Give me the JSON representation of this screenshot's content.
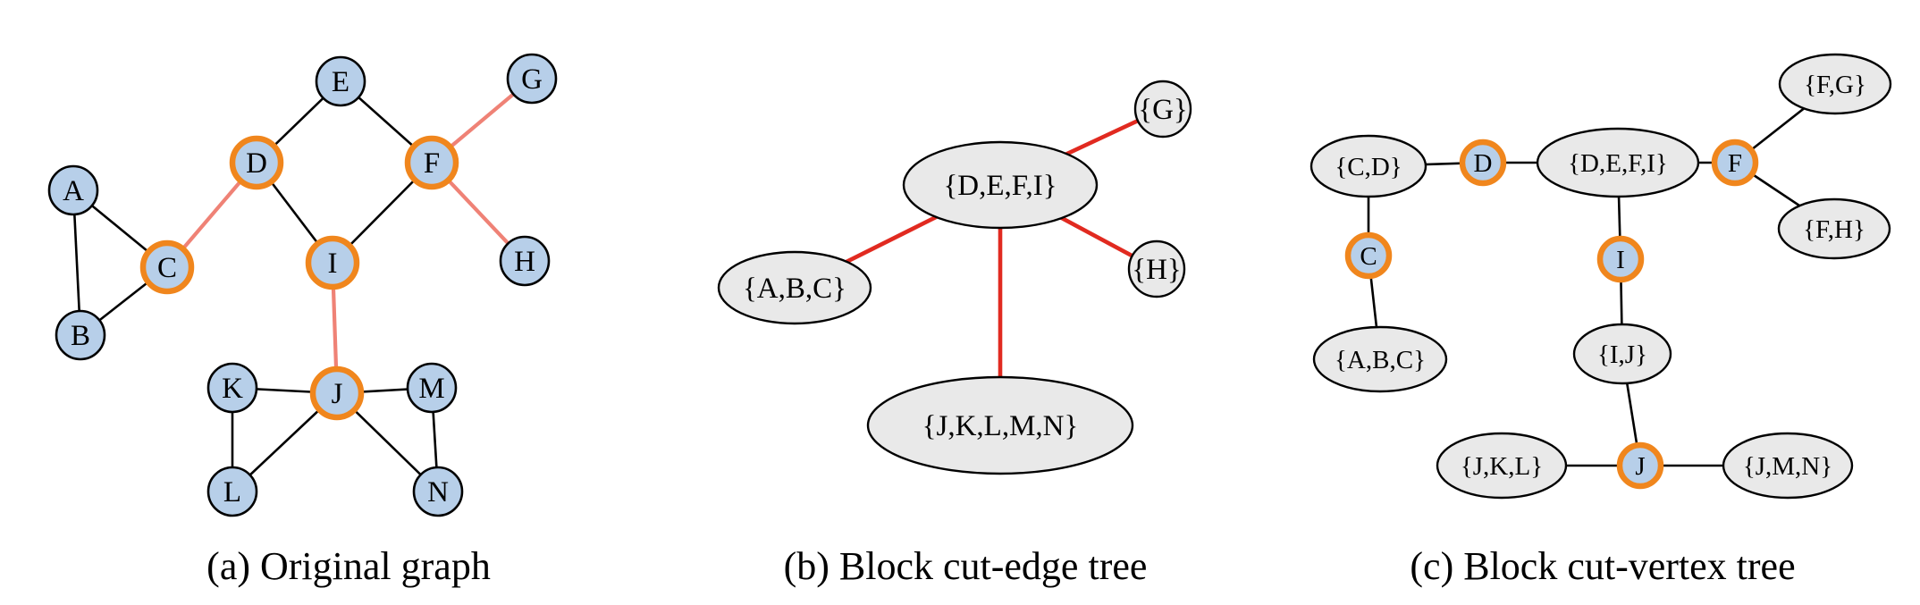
{
  "figure": {
    "captions": {
      "a": "(a) Original graph",
      "b": "(b) Block cut-edge tree",
      "c": "(c) Block cut-vertex tree"
    },
    "colors": {
      "vertex_fill": "#b7cfe9",
      "vertex_border": "#000000",
      "cut_vertex_ring": "#f0861d",
      "bridge_edge": "#ef8276",
      "tree_edge_red": "#e12a20",
      "block_fill": "#e9e9e9",
      "edge_black": "#000000"
    },
    "panel_a": {
      "nodes": [
        {
          "label": "A",
          "cut_vertex": false
        },
        {
          "label": "B",
          "cut_vertex": false
        },
        {
          "label": "C",
          "cut_vertex": true
        },
        {
          "label": "D",
          "cut_vertex": true
        },
        {
          "label": "E",
          "cut_vertex": false
        },
        {
          "label": "F",
          "cut_vertex": true
        },
        {
          "label": "G",
          "cut_vertex": false
        },
        {
          "label": "H",
          "cut_vertex": false
        },
        {
          "label": "I",
          "cut_vertex": true
        },
        {
          "label": "J",
          "cut_vertex": true
        },
        {
          "label": "K",
          "cut_vertex": false
        },
        {
          "label": "L",
          "cut_vertex": false
        },
        {
          "label": "M",
          "cut_vertex": false
        },
        {
          "label": "N",
          "cut_vertex": false
        }
      ],
      "edges": [
        {
          "from": "A",
          "to": "B",
          "bridge": false
        },
        {
          "from": "A",
          "to": "C",
          "bridge": false
        },
        {
          "from": "B",
          "to": "C",
          "bridge": false
        },
        {
          "from": "C",
          "to": "D",
          "bridge": true
        },
        {
          "from": "D",
          "to": "E",
          "bridge": false
        },
        {
          "from": "E",
          "to": "F",
          "bridge": false
        },
        {
          "from": "D",
          "to": "I",
          "bridge": false
        },
        {
          "from": "F",
          "to": "I",
          "bridge": false
        },
        {
          "from": "F",
          "to": "G",
          "bridge": true
        },
        {
          "from": "F",
          "to": "H",
          "bridge": true
        },
        {
          "from": "I",
          "to": "J",
          "bridge": true
        },
        {
          "from": "J",
          "to": "K",
          "bridge": false
        },
        {
          "from": "K",
          "to": "L",
          "bridge": false
        },
        {
          "from": "J",
          "to": "L",
          "bridge": false
        },
        {
          "from": "J",
          "to": "M",
          "bridge": false
        },
        {
          "from": "M",
          "to": "N",
          "bridge": false
        },
        {
          "from": "J",
          "to": "N",
          "bridge": false
        }
      ]
    },
    "panel_b": {
      "blocks": [
        {
          "label": "{A,B,C}"
        },
        {
          "label": "{D,E,F,I}"
        },
        {
          "label": "{G}"
        },
        {
          "label": "{H}"
        },
        {
          "label": "{J,K,L,M,N}"
        }
      ],
      "edges": [
        {
          "from": "{A,B,C}",
          "to": "{D,E,F,I}"
        },
        {
          "from": "{D,E,F,I}",
          "to": "{G}"
        },
        {
          "from": "{D,E,F,I}",
          "to": "{H}"
        },
        {
          "from": "{D,E,F,I}",
          "to": "{J,K,L,M,N}"
        }
      ]
    },
    "panel_c": {
      "blocks": [
        {
          "label": "{C,D}"
        },
        {
          "label": "{D,E,F,I}"
        },
        {
          "label": "{F,G}"
        },
        {
          "label": "{F,H}"
        },
        {
          "label": "{A,B,C}"
        },
        {
          "label": "{I,J}"
        },
        {
          "label": "{J,K,L}"
        },
        {
          "label": "{J,M,N}"
        }
      ],
      "cut_vertices": [
        {
          "label": "D"
        },
        {
          "label": "F"
        },
        {
          "label": "C"
        },
        {
          "label": "I"
        },
        {
          "label": "J"
        }
      ],
      "edges": [
        {
          "from": "{C,D}",
          "to": "D"
        },
        {
          "from": "D",
          "to": "{D,E,F,I}"
        },
        {
          "from": "{D,E,F,I}",
          "to": "F"
        },
        {
          "from": "F",
          "to": "{F,G}"
        },
        {
          "from": "F",
          "to": "{F,H}"
        },
        {
          "from": "{C,D}",
          "to": "C"
        },
        {
          "from": "C",
          "to": "{A,B,C}"
        },
        {
          "from": "{D,E,F,I}",
          "to": "I"
        },
        {
          "from": "I",
          "to": "{I,J}"
        },
        {
          "from": "{I,J}",
          "to": "J"
        },
        {
          "from": "J",
          "to": "{J,K,L}"
        },
        {
          "from": "J",
          "to": "{J,M,N}"
        }
      ]
    }
  }
}
